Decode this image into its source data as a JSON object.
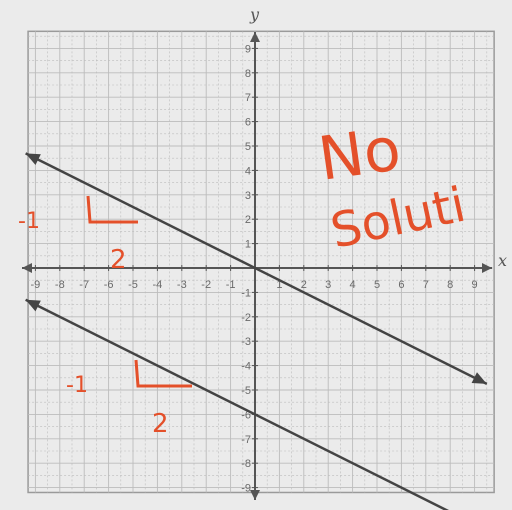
{
  "axes": {
    "x_label": "x",
    "y_label": "y",
    "x_range": [
      -9,
      9
    ],
    "y_range": [
      -9,
      9
    ],
    "x_ticks": [
      "-9",
      "-8",
      "-7",
      "-6",
      "-5",
      "-4",
      "-3",
      "-2",
      "-1",
      "1",
      "2",
      "3",
      "4",
      "5",
      "6",
      "7",
      "8",
      "9"
    ],
    "y_ticks": [
      "9",
      "8",
      "7",
      "6",
      "5",
      "4",
      "3",
      "2",
      "1",
      "-1",
      "-2",
      "-3",
      "-4",
      "-5",
      "-6",
      "-7",
      "-8",
      "-9"
    ],
    "grid": true
  },
  "lines": [
    {
      "slope": -0.5,
      "intercept": 0,
      "color": "#444444"
    },
    {
      "slope": -0.5,
      "intercept": -6,
      "color": "#444444"
    }
  ],
  "annotations": {
    "answer_line1": "No",
    "answer_line2": "Soluti",
    "slope1_rise": "-1",
    "slope1_run": "2",
    "slope2_rise": "-1",
    "slope2_run": "2",
    "ink_color": "#e4502a"
  },
  "colors": {
    "grid": "#bcbcbc",
    "axis": "#555555",
    "border": "#9a9a9a",
    "background": "#ebebeb"
  }
}
